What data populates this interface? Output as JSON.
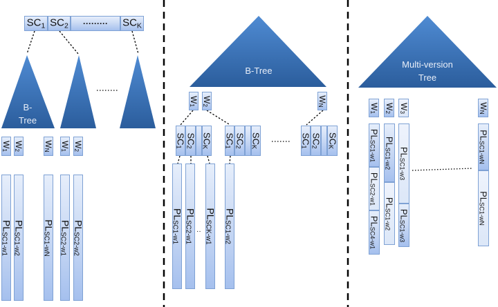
{
  "panel_left": {
    "header_cells": [
      {
        "label": "SC",
        "sub": "1"
      },
      {
        "label": "SC",
        "sub": "2"
      },
      {
        "label": "·········",
        "sub": ""
      },
      {
        "label": "SC",
        "sub": "K"
      }
    ],
    "tree_label": "B-\nTree",
    "tree_label_line1": "B-",
    "tree_label_line2": "Tree",
    "ellipsis": "·······",
    "word_cells": [
      {
        "label": "W",
        "sub": "1"
      },
      {
        "label": "W",
        "sub": "2"
      },
      {
        "label": "W",
        "sub": "N"
      },
      {
        "label": "W",
        "sub": "1"
      },
      {
        "label": "W",
        "sub": "2"
      }
    ],
    "posting_lists": [
      {
        "label": "PL",
        "sub": "SC1-w1"
      },
      {
        "label": "PL",
        "sub": "SC1-w2"
      },
      {
        "label": "PL",
        "sub": "SC1-wN"
      },
      {
        "label": "PL",
        "sub": "SC2-w1"
      },
      {
        "label": "PL",
        "sub": "SC2-w2"
      }
    ]
  },
  "panel_middle": {
    "tree_label": "B-Tree",
    "word_cells": [
      {
        "label": "W",
        "sub": "1"
      },
      {
        "label": "W",
        "sub": "2"
      },
      {
        "label": "W",
        "sub": "N"
      }
    ],
    "sc_groups": [
      [
        {
          "label": "SC",
          "sub": "1"
        },
        {
          "label": "SC",
          "sub": "2"
        },
        {
          "label": "",
          "sub": ""
        },
        {
          "label": "SC",
          "sub": "K"
        }
      ],
      [
        {
          "label": "SC",
          "sub": "1"
        },
        {
          "label": "SC",
          "sub": "2"
        },
        {
          "label": "",
          "sub": ""
        },
        {
          "label": "SC",
          "sub": "K"
        }
      ],
      [
        {
          "label": "SC",
          "sub": "1"
        },
        {
          "label": "SC",
          "sub": "2"
        },
        {
          "label": "",
          "sub": ""
        },
        {
          "label": "SC",
          "sub": "K"
        }
      ]
    ],
    "ellipsis": "·······",
    "posting_lists": [
      {
        "label": "PL",
        "sub": "SC1-w1"
      },
      {
        "label": "PL",
        "sub": "SC2-w1"
      },
      {
        "label": "PL",
        "sub": "SCK-w1"
      },
      {
        "label": "PL",
        "sub": "SC1-w2"
      }
    ],
    "small_ellipsis": "··"
  },
  "panel_right": {
    "tree_label_line1": "Multi-version",
    "tree_label_line2": "Tree",
    "word_cells": [
      {
        "label": "W",
        "sub": "1"
      },
      {
        "label": "W",
        "sub": "2"
      },
      {
        "label": "W",
        "sub": "3"
      },
      {
        "label": "W",
        "sub": "N"
      }
    ],
    "columns": [
      [
        {
          "label": "PL",
          "sub": "SC1-w1"
        },
        {
          "label": "PL",
          "sub": "SC2-w1"
        },
        {
          "label": "PL",
          "sub": "SC4-w1"
        }
      ],
      [
        {
          "label": "PL",
          "sub": "SC1-w2"
        },
        {
          "label": "PL",
          "sub": "SC1-w2"
        }
      ],
      [
        {
          "label": "PL",
          "sub": "SC1-w3"
        },
        {
          "label": "PL",
          "sub": "SC1-w3"
        }
      ],
      [
        {
          "label": "PL",
          "sub": "SC1-wN"
        },
        {
          "label": "PL",
          "sub": "SC1-wN"
        }
      ]
    ]
  },
  "colors": {
    "tree_fill_top": "#4a86cf",
    "tree_fill_bottom": "#2a5a9a",
    "cell_border": "#7ea1d4",
    "divider": "#000000"
  }
}
